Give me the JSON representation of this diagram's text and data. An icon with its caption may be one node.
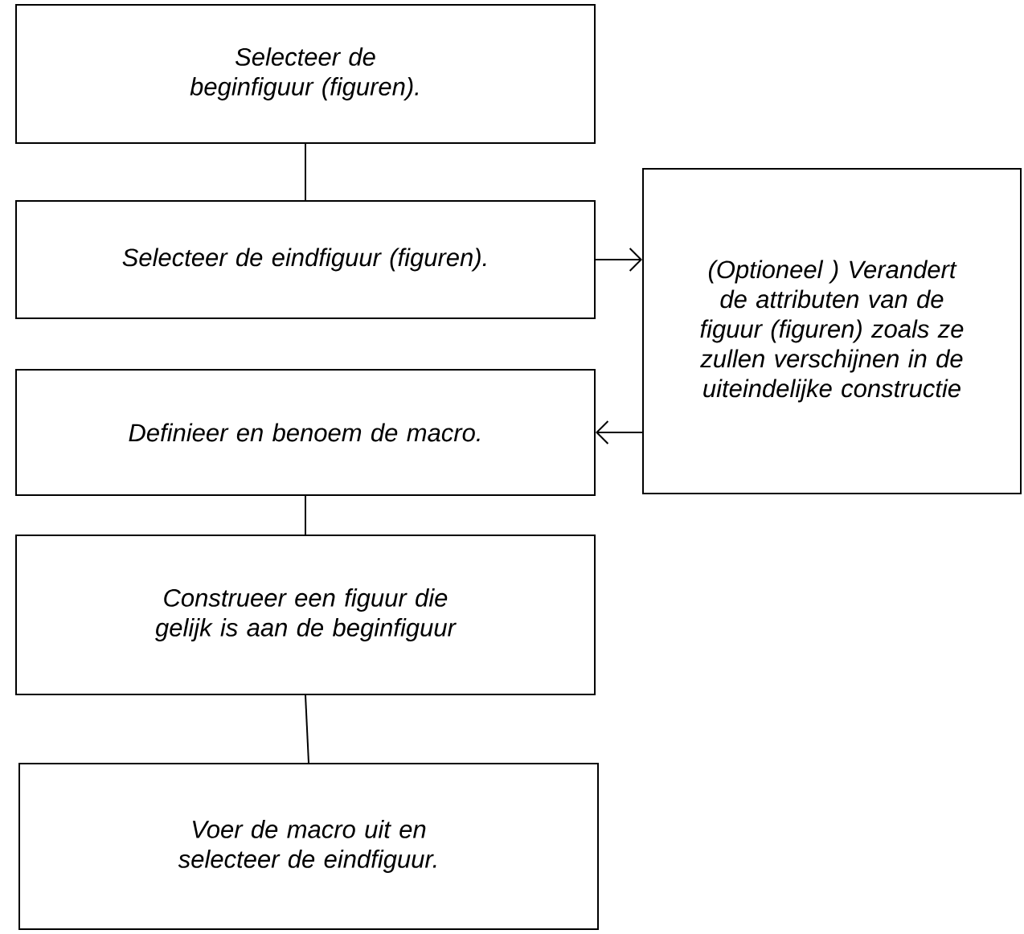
{
  "diagram": {
    "nodes": [
      {
        "text": [
          "Selecteer de beginfiguur (figuren)."
        ]
      },
      {
        "text": [
          "Selecteer de eindfiguur (figuren)."
        ]
      },
      {
        "text": [
          "(Optioneel ) Verandert de attributen van de figuur (figuren) zoals ze zullen verschijnen in de uiteindelijke constructie"
        ]
      },
      {
        "text": [
          "Definieer en benoem de macro."
        ]
      },
      {
        "text": [
          "Construeer een figuur die gelijk is aan de beginfiguur"
        ]
      },
      {
        "text": [
          "Voer de macro uit en selecteer de eindfiguur."
        ]
      }
    ],
    "edges": [
      {
        "from": 0,
        "to": 1,
        "arrow": "none"
      },
      {
        "from": 1,
        "to": 2,
        "arrow": "to"
      },
      {
        "from": 2,
        "to": 3,
        "arrow": "to"
      },
      {
        "from": 3,
        "to": 4,
        "arrow": "none"
      },
      {
        "from": 4,
        "to": 5,
        "arrow": "none"
      }
    ]
  }
}
